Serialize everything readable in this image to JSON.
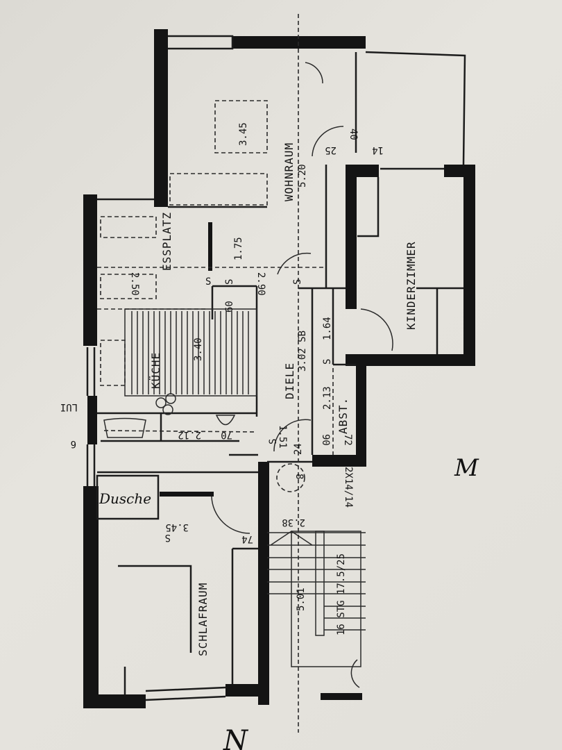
{
  "rooms": {
    "wohnraum": {
      "name": "WOHNRAUM",
      "dim": "5.20"
    },
    "wohnraum_table": "3.45",
    "kinderzimmer": {
      "name": "KINDERZIMMER"
    },
    "essplatz": {
      "name": "ESSPLATZ",
      "dim": "2.50"
    },
    "kueche": {
      "name": "KÜCHE",
      "dim": "3.40"
    },
    "diele": {
      "name": "DIELE",
      "dim": "3.02 SB"
    },
    "abstellraum": {
      "name": "ABST."
    },
    "schlafraum": {
      "name": "SCHLAFRAUM",
      "dim": "3.45"
    },
    "dusche": {
      "name": "Dusche"
    }
  },
  "dimensions": {
    "essplatz_height": "1.75",
    "opening": "2.90",
    "niche": "60",
    "diele_a": "1.64",
    "diele_b": "2.13",
    "abst_a": "90",
    "abst_b": "72",
    "bath_a": "1.51",
    "bath_b": "24",
    "bath_width": "2.12",
    "wc": "70",
    "door_a": "25",
    "door_b": "14",
    "door_c": "40",
    "door_schlaf": "74",
    "left_edge": "6",
    "left_label": "LUI",
    "stair_width": "2.38",
    "stair_length": "5.01",
    "stairs": "16 STG 17.5/25",
    "stair_spec": "2X14/14",
    "unit_number": "8",
    "s_marks": [
      "S",
      "S",
      "S",
      "S",
      "S",
      "S"
    ]
  },
  "annotations": {
    "handwritten_m": "M",
    "handwritten_n": "N"
  }
}
